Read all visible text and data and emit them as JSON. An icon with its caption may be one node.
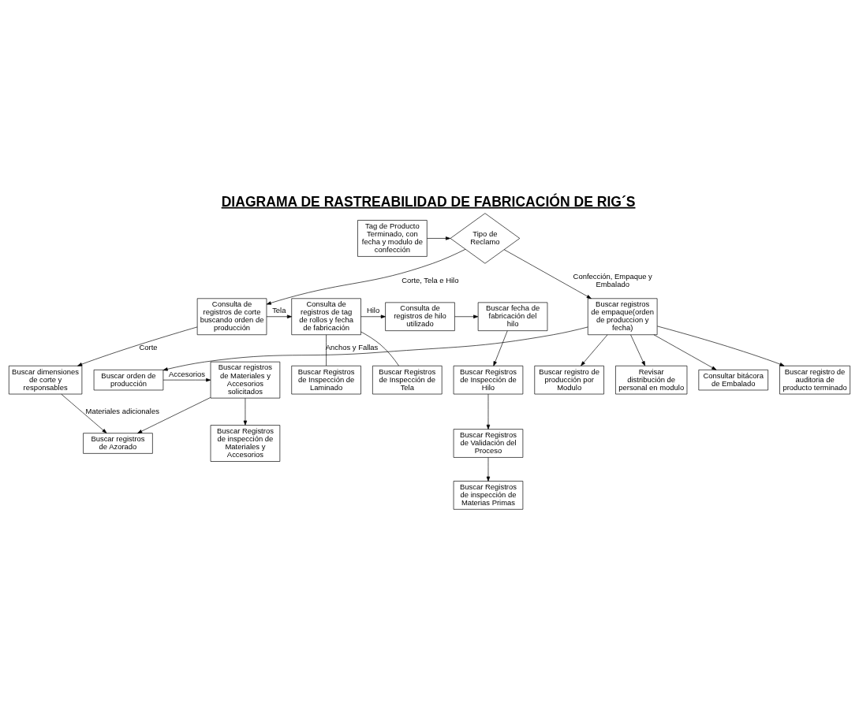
{
  "diagram": {
    "title": "DIAGRAMA DE RASTREABILIDAD DE FABRICACIÓN DE RIG´S",
    "nodes": [
      {
        "text": [
          "Tag de Producto Terminado, con fecha y modulo de confección"
        ]
      },
      {
        "text": [
          "Tipo de Reclamo"
        ]
      },
      {
        "text": [
          "Consulta de registros de corte buscando orden de producción"
        ]
      },
      {
        "text": [
          "Consulta de registros de tag de rollos y fecha de fabricación"
        ]
      },
      {
        "text": [
          "Consulta de registros de hilo utilizado"
        ]
      },
      {
        "text": [
          "Buscar fecha de fabricación del hilo"
        ]
      },
      {
        "text": [
          "Buscar dimensiones de corte y responsables"
        ]
      },
      {
        "text": [
          "Buscar Registros de Inspección de Laminado"
        ]
      },
      {
        "text": [
          "Buscar Registros de Inspección de Tela"
        ]
      },
      {
        "text": [
          "Buscar Registros de Inspección de Hilo"
        ]
      },
      {
        "text": [
          "Buscar registros de Azorado"
        ]
      },
      {
        "text": [
          "Buscar Registros de Validación del Proceso"
        ]
      },
      {
        "text": [
          "Buscar registro de auditoria de producto terminado"
        ]
      },
      {
        "text": [
          "Buscar orden de producción"
        ]
      },
      {
        "text": [
          "Buscar registros de Materiales y Accesorios solicitados"
        ]
      },
      {
        "text": [
          "Buscar Registros de inspección de Materias Primas"
        ]
      },
      {
        "text": [
          "Buscar registros de empaque(orden de produccion y fecha)"
        ]
      },
      {
        "text": [
          "Buscar registro de producción por Modulo"
        ]
      },
      {
        "text": [
          "Buscar Registros de inspección de Materiales y Accesorios"
        ]
      },
      {
        "text": [
          "Revisar distribución de personal en modulo"
        ]
      },
      {
        "text": [
          "Consultar bitácora de Embalado"
        ]
      }
    ],
    "edges": [
      {
        "from": 0,
        "to": 1,
        "arrow": "to"
      },
      {
        "from": 1,
        "to": 2,
        "arrow": "to",
        "label": "Corte, Tela e Hilo"
      },
      {
        "from": 1,
        "to": 16,
        "arrow": "to",
        "label": "Confección, Empaque y Embalado"
      },
      {
        "from": 2,
        "to": 3,
        "arrow": "to",
        "label": "Tela"
      },
      {
        "from": 3,
        "to": 4,
        "arrow": "to",
        "label": "Hilo"
      },
      {
        "from": 4,
        "to": 5,
        "arrow": "to"
      },
      {
        "from": 2,
        "to": 6,
        "arrow": "to",
        "label": "Corte"
      },
      {
        "from": 3,
        "to": 7,
        "arrow": "none",
        "label": "Anchos y Fallas"
      },
      {
        "from": 3,
        "to": 8,
        "arrow": "none"
      },
      {
        "from": 6,
        "to": 10,
        "arrow": "to",
        "label": "Materiales adicionales"
      },
      {
        "from": 5,
        "to": 9,
        "arrow": "to"
      },
      {
        "from": 9,
        "to": 11,
        "arrow": "to"
      },
      {
        "from": 11,
        "to": 15,
        "arrow": "to"
      },
      {
        "from": 16,
        "to": 12,
        "arrow": "to"
      },
      {
        "from": 16,
        "to": 13,
        "arrow": "to"
      },
      {
        "from": 16,
        "to": 17,
        "arrow": "to"
      },
      {
        "from": 16,
        "to": 19,
        "arrow": "to"
      },
      {
        "from": 16,
        "to": 20,
        "arrow": "to"
      },
      {
        "from": 13,
        "to": 14,
        "arrow": "to",
        "label": "Accesorios"
      },
      {
        "from": 14,
        "to": 10,
        "arrow": "to"
      },
      {
        "from": 14,
        "to": 18,
        "arrow": "to"
      }
    ]
  }
}
